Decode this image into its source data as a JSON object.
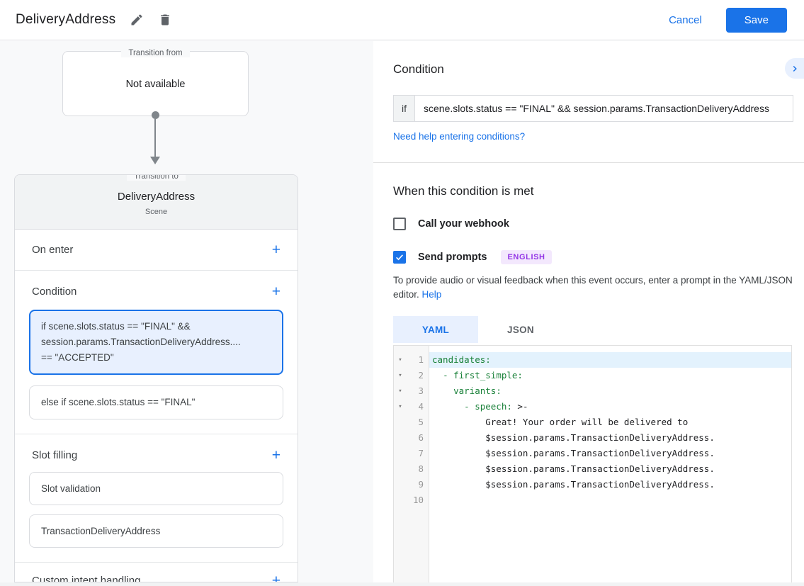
{
  "header": {
    "title": "DeliveryAddress",
    "cancel_label": "Cancel",
    "save_label": "Save"
  },
  "icons": {
    "plus": "+",
    "collapse_arrow": "▾",
    "edit": "pencil-icon",
    "delete": "trash-icon",
    "expand": "chevron-right-icon",
    "check": "checkmark-icon"
  },
  "colors": {
    "accent_blue": "#1a73e8",
    "selected_bg": "#e8f0fe",
    "badge_bg": "#f3e8fd",
    "badge_text": "#9334e6",
    "code_key_green": "#188038",
    "line_highlight": "#e3f2fd"
  },
  "flow": {
    "transition_from": {
      "legend": "Transition from",
      "value": "Not available"
    },
    "transition_to": {
      "legend": "Transition to",
      "scene_name": "DeliveryAddress",
      "scene_type": "Scene",
      "on_enter_label": "On enter",
      "condition_label": "Condition",
      "cond1_lines": [
        "if scene.slots.status == \"FINAL\" &&",
        "session.params.TransactionDeliveryAddress....",
        "== \"ACCEPTED\""
      ],
      "cond2_text": "else if scene.slots.status == \"FINAL\"",
      "slot_filling_label": "Slot filling",
      "slot_cards": [
        "Slot validation",
        "TransactionDeliveryAddress"
      ],
      "custom_intent_label": "Custom intent handling"
    }
  },
  "condition_panel": {
    "title": "Condition",
    "if_label": "if",
    "if_value": "scene.slots.status == \"FINAL\" && session.params.TransactionDeliveryAddress",
    "help_link": "Need help entering conditions?"
  },
  "handler_panel": {
    "title": "When this condition is met",
    "webhook_label": "Call your webhook",
    "send_prompts_label": "Send prompts",
    "language_badge": "ENGLISH",
    "description": "To provide audio or visual feedback when this event occurs, enter a prompt in the YAML/JSON editor.",
    "help_label": "Help",
    "yaml_tab": "YAML",
    "json_tab": "JSON"
  },
  "editor": {
    "lines": [
      {
        "num": "1",
        "arrow": true,
        "highlight": true,
        "segs": [
          [
            "k",
            "candidates:"
          ]
        ]
      },
      {
        "num": "2",
        "arrow": true,
        "highlight": false,
        "segs": [
          [
            "p",
            "  "
          ],
          [
            "k",
            "- first_simple:"
          ]
        ]
      },
      {
        "num": "3",
        "arrow": true,
        "highlight": false,
        "segs": [
          [
            "p",
            "    "
          ],
          [
            "k",
            "variants:"
          ]
        ]
      },
      {
        "num": "4",
        "arrow": true,
        "highlight": false,
        "segs": [
          [
            "p",
            "      "
          ],
          [
            "k",
            "- speech:"
          ],
          [
            "p",
            " >-"
          ]
        ]
      },
      {
        "num": "5",
        "arrow": false,
        "highlight": false,
        "segs": [
          [
            "p",
            "          Great! Your order will be delivered to"
          ]
        ]
      },
      {
        "num": "6",
        "arrow": false,
        "highlight": false,
        "segs": [
          [
            "p",
            "          $session.params.TransactionDeliveryAddress."
          ]
        ]
      },
      {
        "num": "7",
        "arrow": false,
        "highlight": false,
        "segs": [
          [
            "p",
            "          $session.params.TransactionDeliveryAddress."
          ]
        ]
      },
      {
        "num": "8",
        "arrow": false,
        "highlight": false,
        "segs": [
          [
            "p",
            "          $session.params.TransactionDeliveryAddress."
          ]
        ]
      },
      {
        "num": "9",
        "arrow": false,
        "highlight": false,
        "segs": [
          [
            "p",
            "          $session.params.TransactionDeliveryAddress."
          ]
        ]
      },
      {
        "num": "10",
        "arrow": false,
        "highlight": false,
        "segs": []
      }
    ]
  }
}
